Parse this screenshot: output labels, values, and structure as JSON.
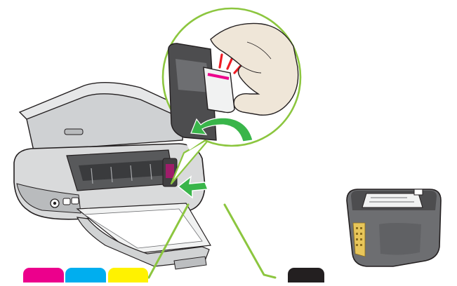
{
  "figure": {
    "callout_stroke": "#8cc63f",
    "insert_arrow_color": "#39b54a",
    "printer_body": "#d9dadb",
    "printer_shadow": "#9fa1a3"
  },
  "cartridge_swatches": [
    {
      "id": "magenta",
      "color": "#ec008c"
    },
    {
      "id": "cyan",
      "color": "#00aeef"
    },
    {
      "id": "yellow",
      "color": "#fff200"
    },
    {
      "id": "black",
      "color": "#231f20"
    }
  ],
  "cartridge": {
    "body_color": "#6d6e71",
    "label_color": "#f1f2f2",
    "contacts_color": "#e8c65a"
  },
  "icons": [
    "printer-illustration",
    "hand-icon",
    "cartridge-icon",
    "insert-arrow-icon",
    "curved-arrow-icon"
  ]
}
